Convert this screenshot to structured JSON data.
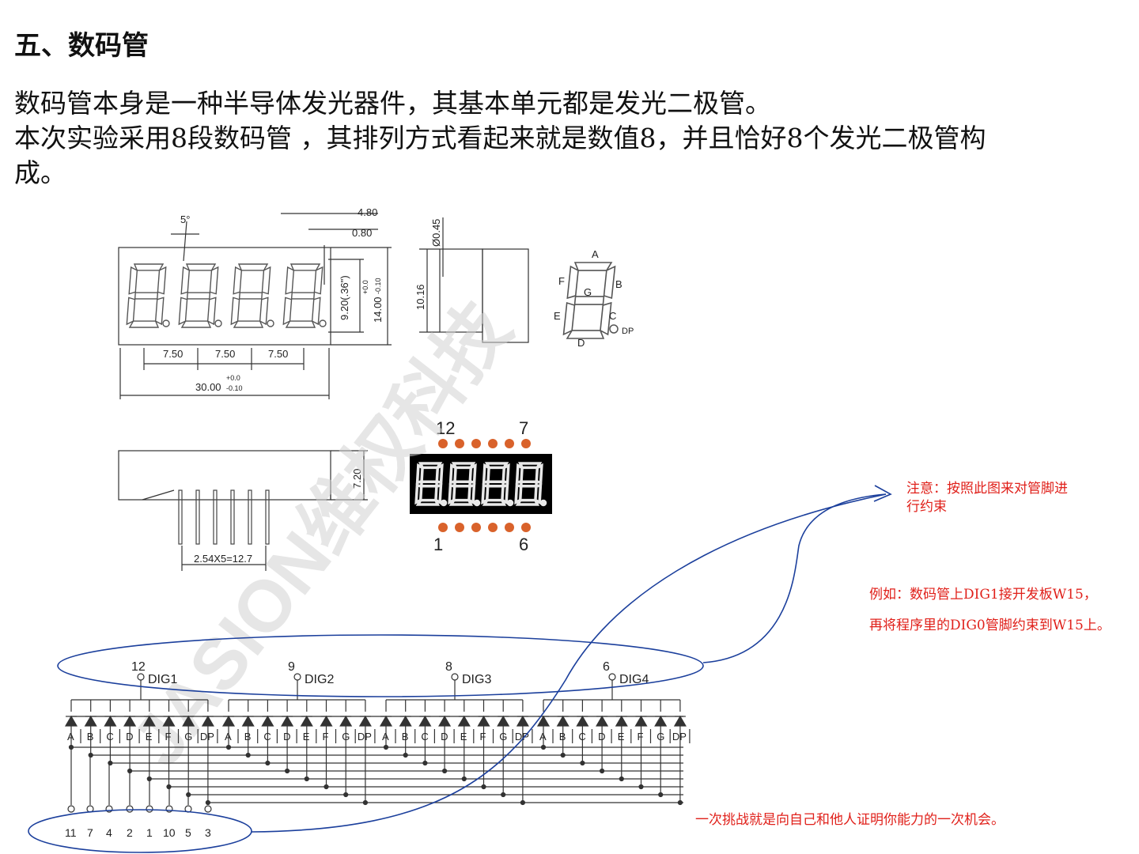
{
  "heading": "五、数码管",
  "paragraph": {
    "line1": "数码管本身是一种半导体发光器件，其基本单元都是发光二极管。",
    "line2": "本次实验采用8段数码管 ，其排列方式看起来就是数值8，并且恰好8个发光二极管构",
    "line3": "成。"
  },
  "notes": {
    "constraint_line1": "注意：按照此图来对管脚进",
    "constraint_line2": "行约束",
    "example_line1": "例如：数码管上DIG1接开发板W15，",
    "example_line2": "再将程序里的DIG0管脚约束到W15上。",
    "challenge": "一次挑战就是向自己和他人证明你能力的一次机会。"
  },
  "watermark": "JASION维权科技",
  "mechanical": {
    "dims_top": [
      "4.80",
      "0.80"
    ],
    "angle": "5°",
    "pitch": [
      "7.50",
      "7.50",
      "7.50"
    ],
    "width": "30.00",
    "width_tol": [
      "+0.0",
      "-0.10"
    ],
    "height_char": "9.20(.36\")",
    "height": "14.00",
    "height_tol": [
      "+0.0",
      "-0.10"
    ],
    "side_pin": "Ø0.45",
    "side_height": "10.16",
    "depth": "7.20",
    "pin_pitch": "2.54X5=12.7"
  },
  "segment_labels": [
    "A",
    "B",
    "C",
    "D",
    "E",
    "F",
    "G",
    "DP"
  ],
  "photo": {
    "top_left": "12",
    "top_right": "7",
    "bottom_left": "1",
    "bottom_right": "6",
    "digits": "8.8.8.8."
  },
  "schematic": {
    "digits": [
      {
        "name": "DIG1",
        "pin": "12"
      },
      {
        "name": "DIG2",
        "pin": "9"
      },
      {
        "name": "DIG3",
        "pin": "8"
      },
      {
        "name": "DIG4",
        "pin": "6"
      }
    ],
    "segment_pins": [
      "11",
      "7",
      "4",
      "2",
      "1",
      "10",
      "5",
      "3"
    ]
  },
  "colors": {
    "note": "#e0201a",
    "annotation": "#1b3f9c",
    "led_dot": "#d9622b"
  }
}
